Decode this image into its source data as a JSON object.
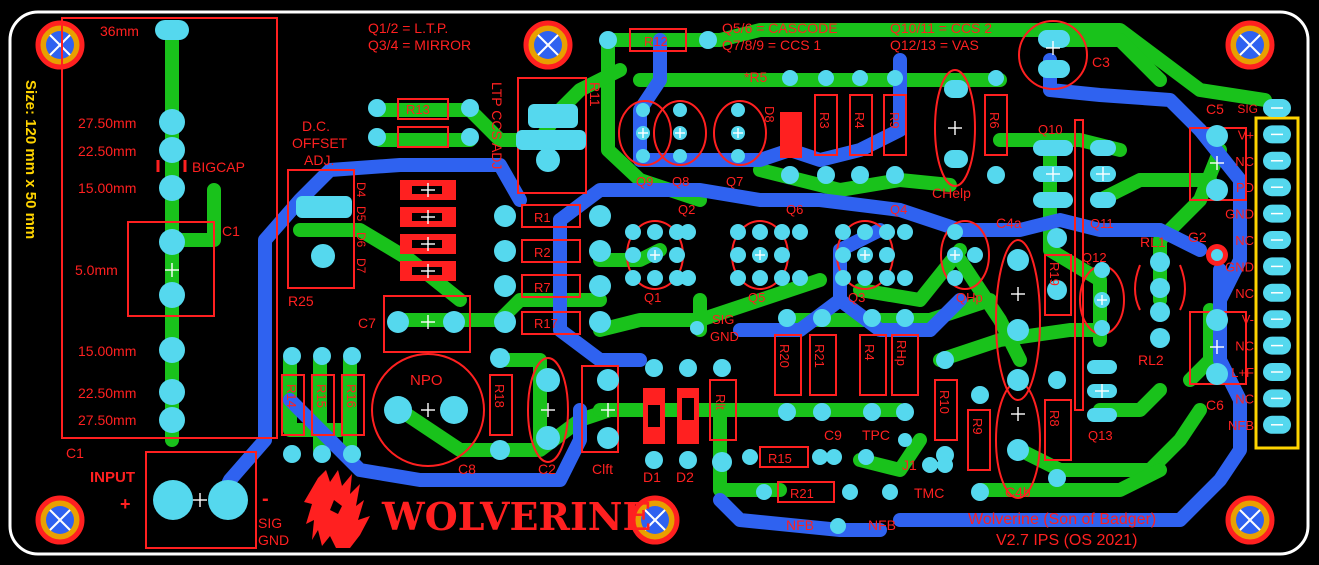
{
  "board": {
    "title": "Wolverine (Son of Badger)",
    "version": "V2.7 IPS (OS 2021)",
    "logo_text": "WOLVERINE",
    "size_text": "Size: 120 mm x 50 mm"
  },
  "notes": {
    "n1": "Q1/2 = L.T.P.",
    "n2": "Q3/4 = MIRROR",
    "n3": "Q5/6 = CASCODE",
    "n4": "Q7/8/9 = CCS 1",
    "n5": "Q10/11 = CCS 2",
    "n6": "Q12/13 = VAS"
  },
  "cap_spacing": {
    "d36": "36mm",
    "d2750a": "27.50mm",
    "d2250a": "22.50mm",
    "bigcap": "BIGCAP",
    "d15a": "15.00mm",
    "d5": "5.0mm",
    "d15b": "15.00mm",
    "d2250b": "22.50mm",
    "d2750b": "27.50mm",
    "c1a": "C1",
    "c1b": "C1"
  },
  "input": {
    "label": "INPUT",
    "plus": "+",
    "minus": "-",
    "sig": "SIG",
    "gnd": "GND"
  },
  "refs": {
    "dc_offset": "D.C.",
    "dc_offset2": "OFFSET",
    "dc_offset3": "ADJ.",
    "r25": "R25",
    "r13": "R13",
    "r11": "R11",
    "ltp_ccs": "LTP CCS ADJ",
    "r12": "R12",
    "r5": "*R5",
    "d8": "D8",
    "r3": "R3",
    "r4": "R4",
    "r9": "R9",
    "r6": "R6",
    "chelp": "CHelp",
    "c3": "C3",
    "c5": "C5",
    "c6": "C6",
    "q10": "Q10",
    "q11": "Q11",
    "q12": "Q12",
    "q13": "Q13",
    "q1": "Q1",
    "q2": "Q2",
    "q3": "Q3",
    "q4": "Q4",
    "q5": "Q5",
    "q6": "Q6",
    "q7": "Q7",
    "q8": "Q8",
    "q9": "Q9",
    "qhp": "QHp",
    "c4a": "C4a",
    "c4b": "C4b",
    "rl1": "RL1",
    "rl2": "RL2",
    "c7": "C7",
    "npo": "NPO",
    "c8": "C8",
    "c2": "C2",
    "clft": "Clft",
    "d1": "D1",
    "d2": "D2",
    "rlt": "Rlt",
    "r10": "R10",
    "r1": "R1",
    "r2": "R2",
    "r7": "R7",
    "r8": "R8",
    "r14": "R14",
    "r15": "R15",
    "r16": "R16",
    "r17": "R17",
    "r18": "R18",
    "r19": "R19",
    "r20": "R20",
    "r21": "R21",
    "rhp": "RHp",
    "c9": "C9",
    "tpc": "TPC",
    "j1": "J1",
    "tmc": "TMC",
    "nfb1": "NFB",
    "nfb2": "NFB",
    "sig_gnd1": "SIG",
    "sig_gnd2": "GND",
    "d4": "D4",
    "d5": "D5",
    "d6": "D6",
    "d7": "D7",
    "g2": "G2"
  },
  "connector": {
    "pins": [
      "SIG",
      "V+",
      "NC",
      "PD",
      "GND",
      "NC",
      "GND",
      "NC",
      "V-",
      "NC",
      "L+F",
      "NC",
      "NFB"
    ]
  },
  "colors": {
    "copper_top": "#19c21b",
    "copper_bottom": "#2f62f0",
    "silk": "#ff2020",
    "pad": "#55d8ee",
    "connector": "#ffd400",
    "outline": "#ffffff"
  }
}
